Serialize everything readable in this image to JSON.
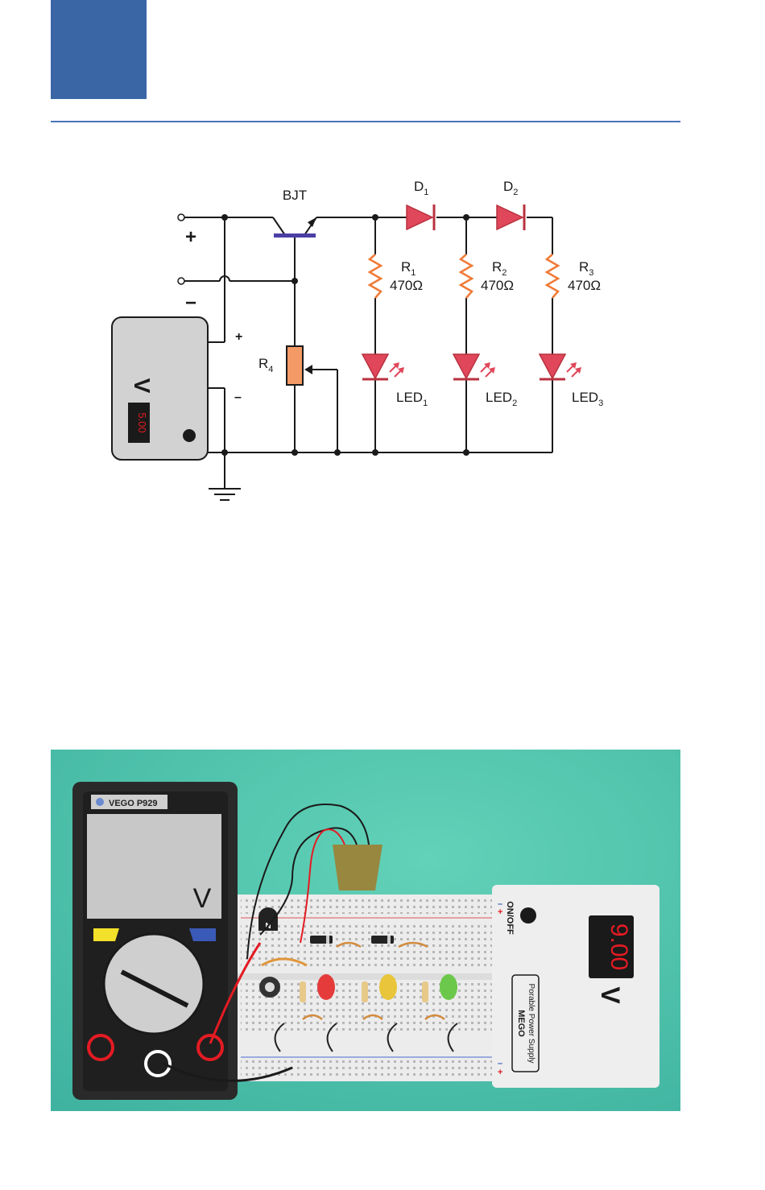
{
  "colors": {
    "header_accent": "#3a66a6",
    "wire": "#1a1a1a",
    "diode_led": "#e0475a",
    "resistor": "#f07a36",
    "potentiometer": "#f39a66",
    "transistor": "#4b3fa6",
    "background_scene": "#4fc4a8",
    "display_red": "#e31b23"
  },
  "schematic": {
    "plus_terminal": "+",
    "minus_terminal": "−",
    "bjt": "BJT",
    "d1": {
      "main": "D",
      "sub": "1"
    },
    "d2": {
      "main": "D",
      "sub": "2"
    },
    "r1": {
      "main": "R",
      "sub": "1",
      "value": "470Ω"
    },
    "r2": {
      "main": "R",
      "sub": "2",
      "value": "470Ω"
    },
    "r3": {
      "main": "R",
      "sub": "3",
      "value": "470Ω"
    },
    "r4": {
      "main": "R",
      "sub": "4"
    },
    "led1": {
      "main": "LED",
      "sub": "1"
    },
    "led2": {
      "main": "LED",
      "sub": "2"
    },
    "led3": {
      "main": "LED",
      "sub": "3"
    },
    "meter_plus": "+",
    "meter_minus": "–",
    "meter_unit": "V",
    "meter_reading": "5.00"
  },
  "breadboard_scene": {
    "multimeter_brand": "VEGO P929",
    "multimeter_unit": "V",
    "transistor_mark": "N",
    "supply_reading": "9.00",
    "supply_unit": "V",
    "supply_switch": "ON/OFF",
    "supply_label_line1": "Porable Power Supply",
    "supply_label_line2": "MEGO",
    "rail_minus": "–",
    "rail_plus": "+"
  }
}
